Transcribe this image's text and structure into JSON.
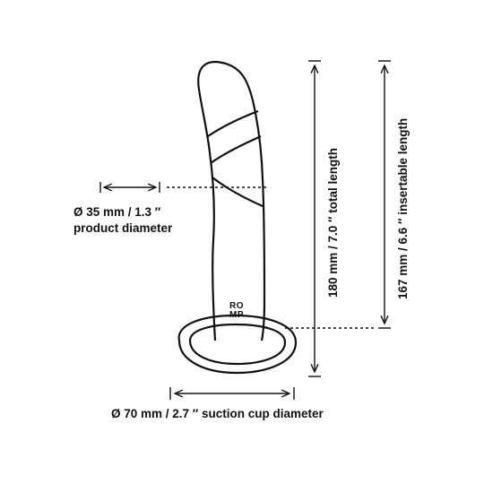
{
  "brand": {
    "line1": "RO",
    "line2": "MP"
  },
  "dimensions": {
    "product_diameter": {
      "value": "Ø 35 mm / 1.3 ″",
      "caption": "product diameter"
    },
    "total_length": "180 mm / 7.0 ″ total length",
    "insertable_length": "167 mm / 6.6 ″ insertable length",
    "suction_cup": "Ø 70 mm / 2.7 ″ suction cup diameter"
  },
  "colors": {
    "line": "#111111",
    "background": "#ffffff"
  }
}
